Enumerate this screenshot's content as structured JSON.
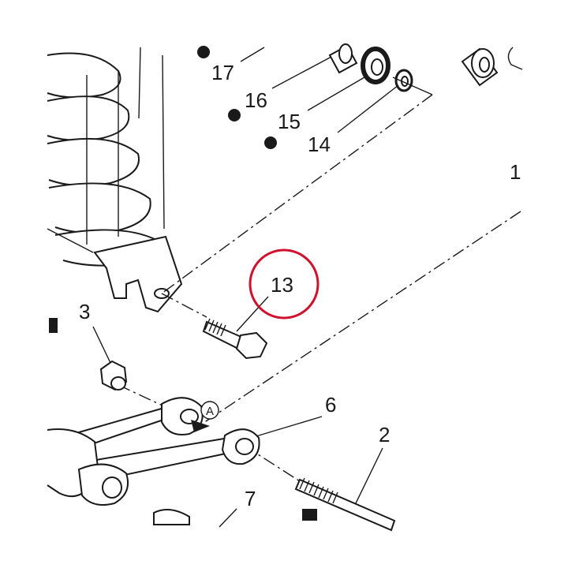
{
  "diagram": {
    "highlight_color": "#d0112b",
    "ink_color": "#1a1a1a",
    "highlighted_callout": "13",
    "callouts": {
      "c17": "17",
      "c16": "16",
      "c15": "15",
      "c14": "14",
      "c1": "1",
      "c13": "13",
      "c3": "3",
      "c6": "6",
      "c2": "2",
      "c7": "7",
      "markA": "A"
    }
  }
}
